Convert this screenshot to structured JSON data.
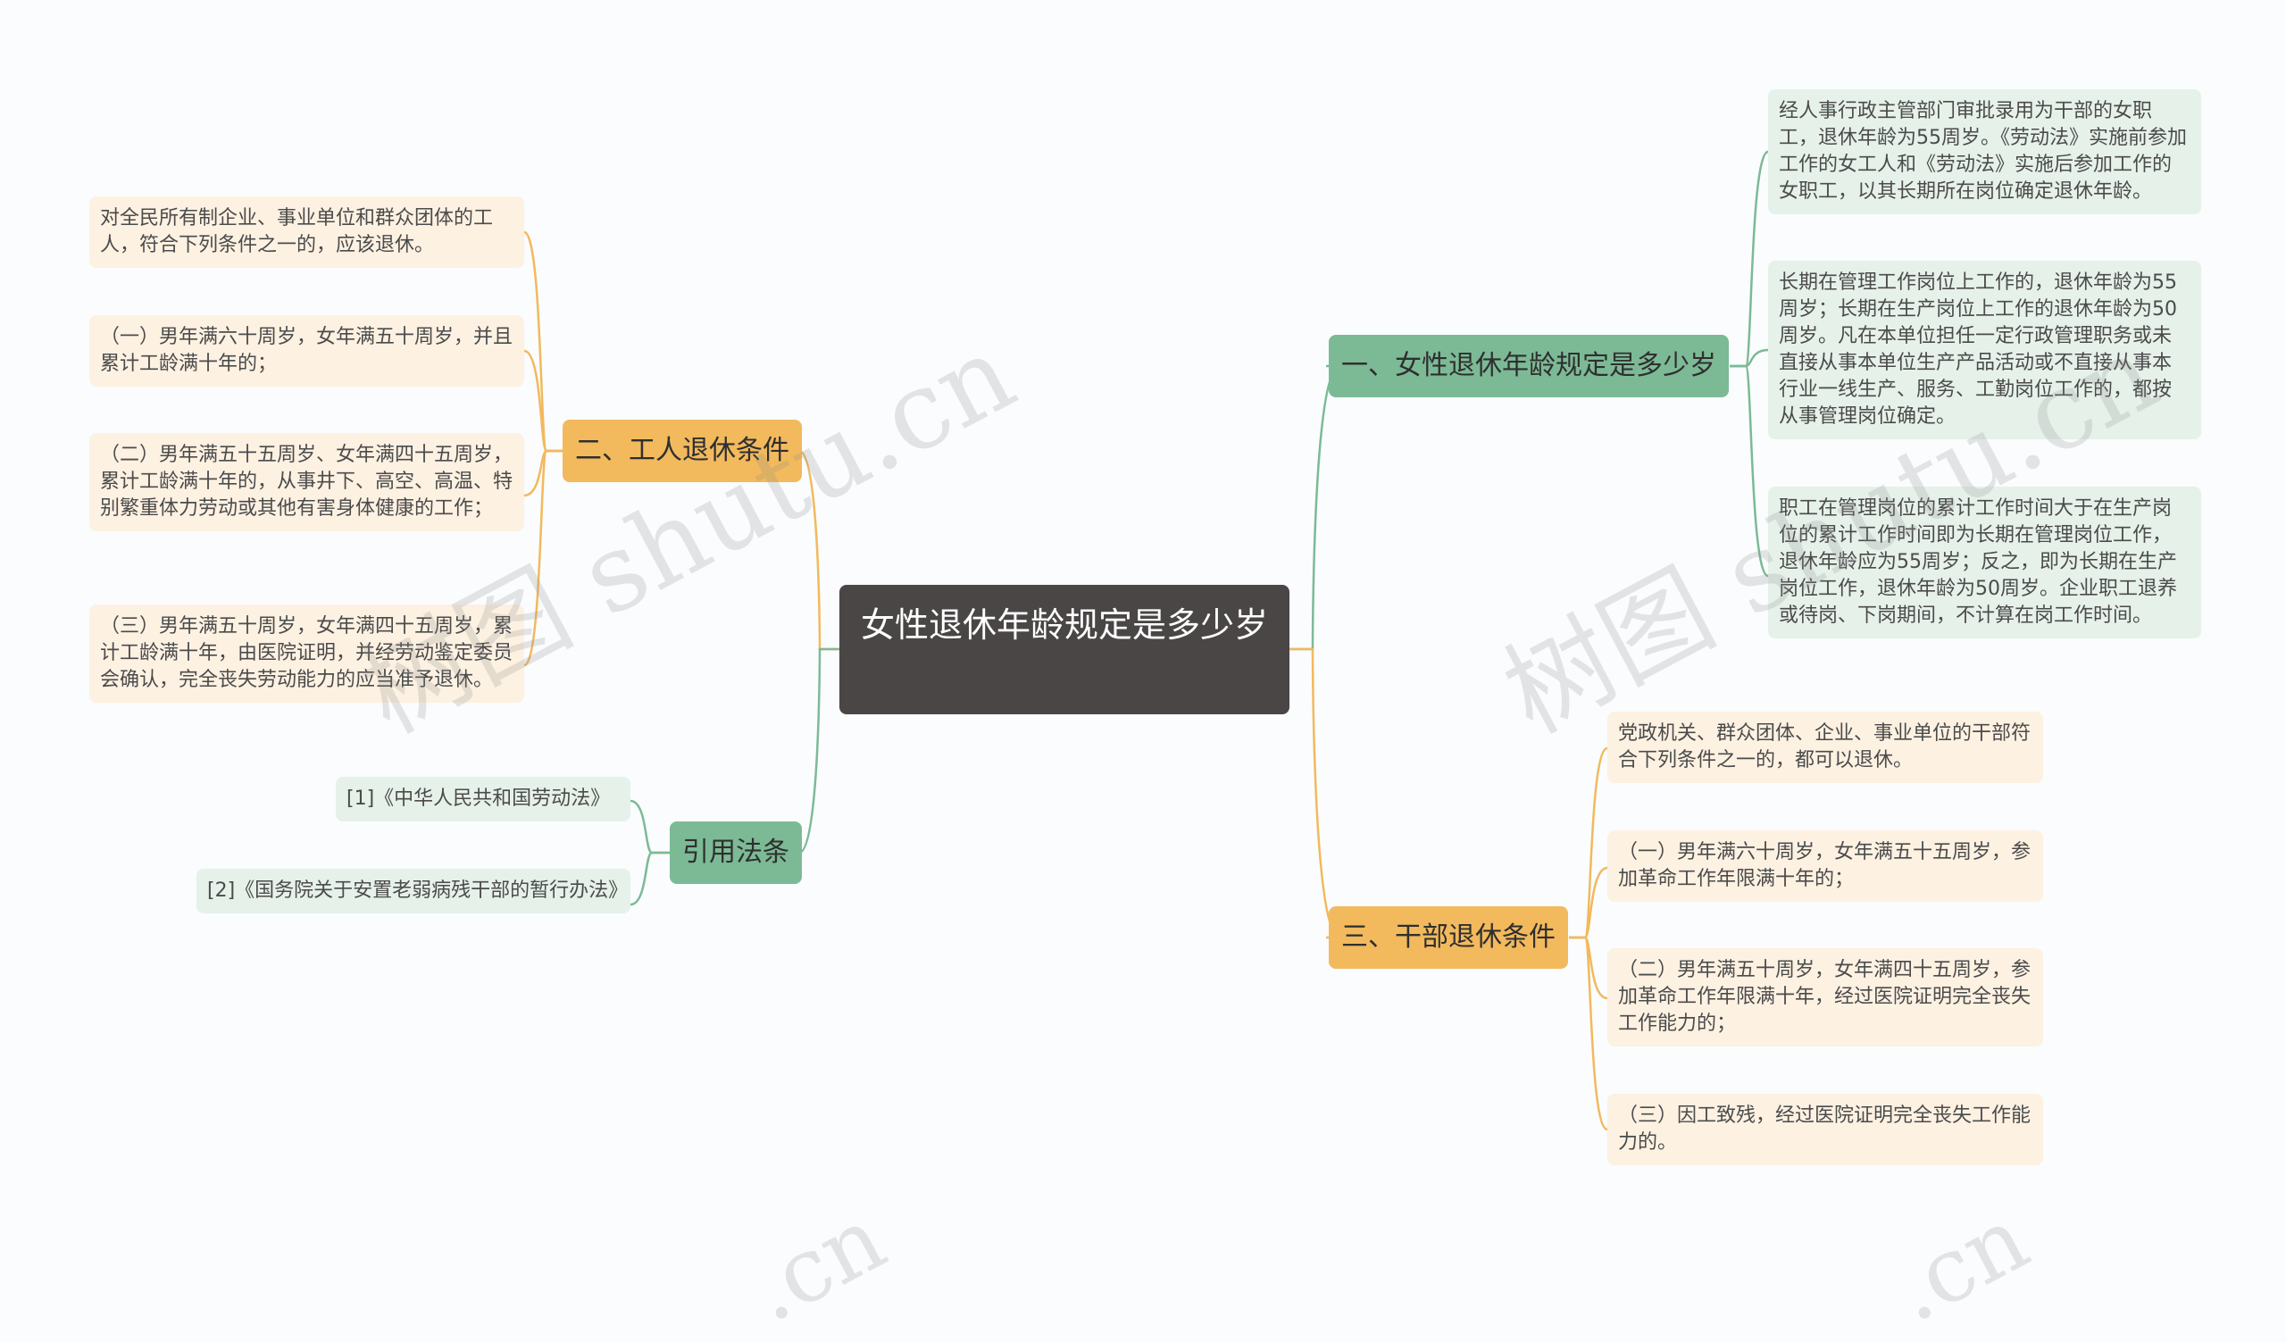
{
  "root": {
    "title": "女性退休年龄规定是多少岁"
  },
  "colors": {
    "root_bg": "#4a4646",
    "green": "#7cba96",
    "yellow": "#f2b95d",
    "green_leaf": "#e6f1ea",
    "yellow_leaf": "#fdf1e2"
  },
  "branches": {
    "female_age": {
      "label": "一、女性退休年龄规定是多少岁",
      "items": [
        "经人事行政主管部门审批录用为干部的女职工，退休年龄为55周岁。《劳动法》实施前参加工作的女工人和《劳动法》实施后参加工作的女职工，以其长期所在岗位确定退休年龄。",
        "长期在管理工作岗位上工作的，退休年龄为55周岁；长期在生产岗位上工作的退休年龄为50周岁。凡在本单位担任一定行政管理职务或未直接从事本单位生产产品活动或不直接从事本行业一线生产、服务、工勤岗位工作的，都按从事管理岗位确定。",
        "职工在管理岗位的累计工作时间大于在生产岗位的累计工作时间即为长期在管理岗位工作，退休年龄应为55周岁；反之，即为长期在生产岗位工作，退休年龄为50周岁。企业职工退养或待岗、下岗期间，不计算在岗工作时间。"
      ]
    },
    "worker": {
      "label": "二、工人退休条件",
      "items": [
        "对全民所有制企业、事业单位和群众团体的工人，符合下列条件之一的，应该退休。",
        "（一）男年满六十周岁，女年满五十周岁，并且累计工龄满十年的；",
        "（二）男年满五十五周岁、女年满四十五周岁，累计工龄满十年的，从事井下、高空、高温、特别繁重体力劳动或其他有害身体健康的工作；",
        "（三）男年满五十周岁，女年满四十五周岁，累计工龄满十年，由医院证明，并经劳动鉴定委员会确认，完全丧失劳动能力的应当准予退休。"
      ]
    },
    "cadre": {
      "label": "三、干部退休条件",
      "items": [
        "党政机关、群众团体、企业、事业单位的干部符合下列条件之一的，都可以退休。",
        "（一）男年满六十周岁，女年满五十五周岁，参加革命工作年限满十年的；",
        "（二）男年满五十周岁，女年满四十五周岁，参加革命工作年限满十年，经过医院证明完全丧失工作能力的；",
        "（三）因工致残，经过医院证明完全丧失工作能力的。"
      ]
    },
    "references": {
      "label": "引用法条",
      "items": [
        "[1]《中华人民共和国劳动法》",
        "[2]《国务院关于安置老弱病残干部的暂行办法》"
      ]
    }
  },
  "watermark": {
    "text1": "树图 shutu.cn",
    "text2": "树图 shutu.cn",
    "text3": ".cn",
    "text4": ".cn"
  }
}
